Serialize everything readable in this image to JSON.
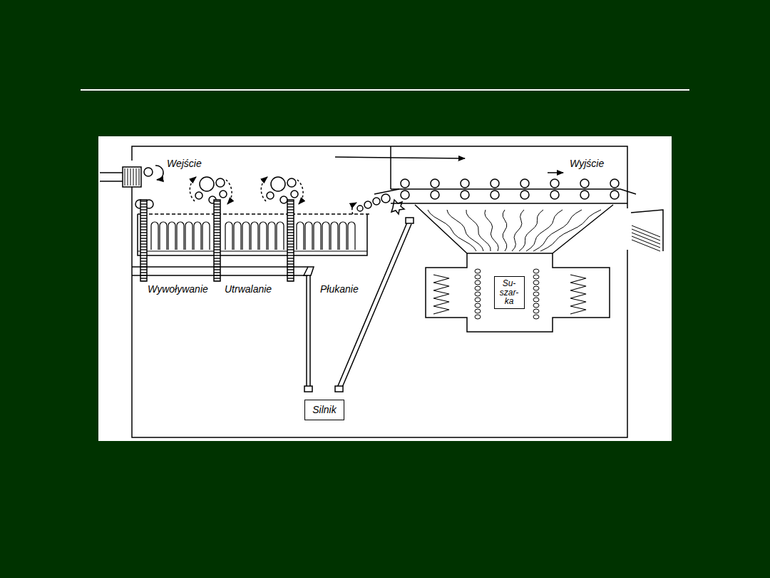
{
  "diagram": {
    "nodes": [
      {
        "text": [
          "Su- szar- ka"
        ]
      },
      {
        "text": [
          "Silnik"
        ]
      }
    ],
    "labels": [
      "Wejście",
      "Wyjście",
      "Wywoływanie",
      "Utrwalanie",
      "Płukanie"
    ]
  }
}
